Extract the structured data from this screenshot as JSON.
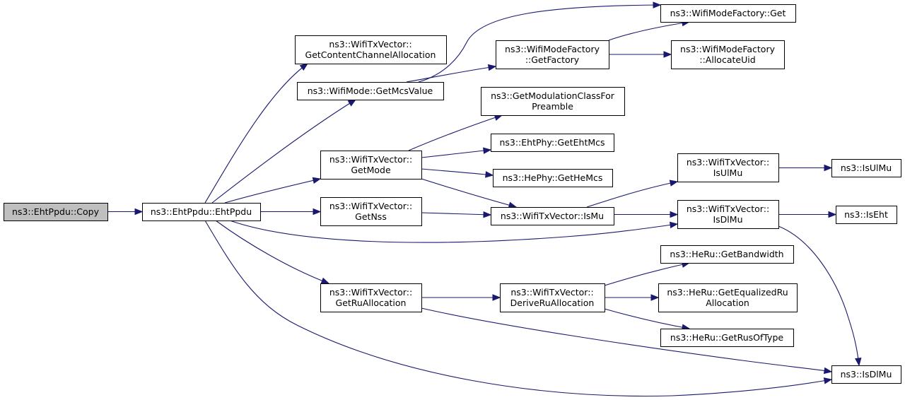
{
  "diagram": {
    "nodes": [
      {
        "id": "copy",
        "lines": [
          "ns3::EhtPpdu::Copy"
        ],
        "root": true
      },
      {
        "id": "ctor",
        "lines": [
          "ns3::EhtPpdu::EhtPpdu"
        ]
      },
      {
        "id": "getContent",
        "lines": [
          "ns3::WifiTxVector::",
          "GetContentChannelAllocation"
        ]
      },
      {
        "id": "getMcsValue",
        "lines": [
          "ns3::WifiMode::GetMcsValue"
        ]
      },
      {
        "id": "getMode",
        "lines": [
          "ns3::WifiTxVector::",
          "GetMode"
        ]
      },
      {
        "id": "getNss",
        "lines": [
          "ns3::WifiTxVector::",
          "GetNss"
        ]
      },
      {
        "id": "getRuAlloc",
        "lines": [
          "ns3::WifiTxVector::",
          "GetRuAllocation"
        ]
      },
      {
        "id": "factoryGet",
        "lines": [
          "ns3::WifiModeFactory::Get"
        ]
      },
      {
        "id": "getFactory",
        "lines": [
          "ns3::WifiModeFactory",
          "::GetFactory"
        ]
      },
      {
        "id": "allocUid",
        "lines": [
          "ns3::WifiModeFactory",
          "::AllocateUid"
        ]
      },
      {
        "id": "modClass",
        "lines": [
          "ns3::GetModulationClassFor",
          "Preamble"
        ]
      },
      {
        "id": "ehtMcs",
        "lines": [
          "ns3::EhtPhy::GetEhtMcs"
        ]
      },
      {
        "id": "heMcs",
        "lines": [
          "ns3::HePhy::GetHeMcs"
        ]
      },
      {
        "id": "isMu",
        "lines": [
          "ns3::WifiTxVector::IsMu"
        ]
      },
      {
        "id": "isUlMuV",
        "lines": [
          "ns3::WifiTxVector::",
          "IsUlMu"
        ]
      },
      {
        "id": "isDlMuV",
        "lines": [
          "ns3::WifiTxVector::",
          "IsDlMu"
        ]
      },
      {
        "id": "isUlMu",
        "lines": [
          "ns3::IsUlMu"
        ]
      },
      {
        "id": "isEht",
        "lines": [
          "ns3::IsEht"
        ]
      },
      {
        "id": "deriveRu",
        "lines": [
          "ns3::WifiTxVector::",
          "DeriveRuAllocation"
        ]
      },
      {
        "id": "getBandwidth",
        "lines": [
          "ns3::HeRu::GetBandwidth"
        ]
      },
      {
        "id": "getEqRu",
        "lines": [
          "ns3::HeRu::GetEqualizedRu",
          "Allocation"
        ]
      },
      {
        "id": "getRusOfType",
        "lines": [
          "ns3::HeRu::GetRusOfType"
        ]
      },
      {
        "id": "isDlMu",
        "lines": [
          "ns3::IsDlMu"
        ]
      }
    ],
    "edges": [
      {
        "from": "copy",
        "to": "ctor"
      },
      {
        "from": "ctor",
        "to": "getContent"
      },
      {
        "from": "ctor",
        "to": "getMcsValue"
      },
      {
        "from": "ctor",
        "to": "getMode"
      },
      {
        "from": "ctor",
        "to": "getNss"
      },
      {
        "from": "ctor",
        "to": "isDlMuV"
      },
      {
        "from": "ctor",
        "to": "getRuAlloc"
      },
      {
        "from": "ctor",
        "to": "isDlMu"
      },
      {
        "from": "getMcsValue",
        "to": "factoryGet"
      },
      {
        "from": "getMcsValue",
        "to": "getFactory"
      },
      {
        "from": "getFactory",
        "to": "factoryGet"
      },
      {
        "from": "getFactory",
        "to": "allocUid"
      },
      {
        "from": "getMode",
        "to": "modClass"
      },
      {
        "from": "getMode",
        "to": "ehtMcs"
      },
      {
        "from": "getMode",
        "to": "heMcs"
      },
      {
        "from": "getMode",
        "to": "isMu"
      },
      {
        "from": "getNss",
        "to": "isMu"
      },
      {
        "from": "isMu",
        "to": "isUlMuV"
      },
      {
        "from": "isMu",
        "to": "isDlMuV"
      },
      {
        "from": "isUlMuV",
        "to": "isUlMu"
      },
      {
        "from": "isDlMuV",
        "to": "isEht"
      },
      {
        "from": "isDlMuV",
        "to": "isDlMu"
      },
      {
        "from": "getRuAlloc",
        "to": "deriveRu"
      },
      {
        "from": "getRuAlloc",
        "to": "isDlMu"
      },
      {
        "from": "deriveRu",
        "to": "getBandwidth"
      },
      {
        "from": "deriveRu",
        "to": "getEqRu"
      },
      {
        "from": "deriveRu",
        "to": "getRusOfType"
      }
    ]
  }
}
